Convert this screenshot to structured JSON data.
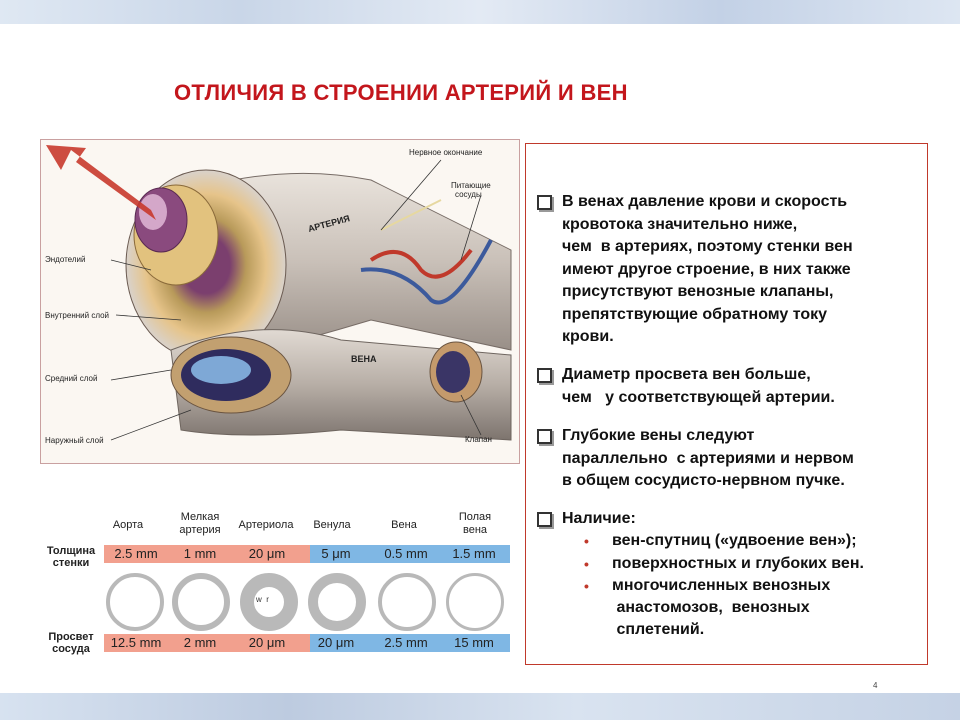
{
  "title": "ОТЛИЧИЯ В СТРОЕНИИ АРТЕРИЙ И ВЕН",
  "illustration": {
    "labels": {
      "nerve_ending": "Нервное окончание",
      "feeding_vessels": "Питающие\nсосуды",
      "artery": "АРТЕРИЯ",
      "vein": "ВЕНА",
      "endothelium": "Эндотелий",
      "inner_layer": "Внутренний слой",
      "middle_layer": "Средний слой",
      "outer_layer": "Наружный слой",
      "valve": "Клапан"
    }
  },
  "points": [
    {
      "text": "В венах давление крови и скорость\nкровотока значительно ниже,\nчем  в артериях, поэтому стенки вен\nимеют другое строение, в них также\nприсутствуют венозные клапаны,\nпрепятствующие обратному току\nкрови."
    },
    {
      "text": "Диаметр просвета вен больше,\nчем   у соответствующей артерии."
    },
    {
      "text": "Глубокие вены следуют\nпараллельно  с артериями и нервом\nв общем сосудисто-нервном пучке."
    },
    {
      "text": "Наличие:"
    }
  ],
  "subpoints": [
    {
      "bullet": "•",
      "text": "вен-спутниц («удвоение вен»);"
    },
    {
      "bullet": "•",
      "text": "поверхностных и глубоких вен."
    },
    {
      "bullet": "•",
      "text": "многочисленных венозных\n анастомозов,  венозных\n сплетений."
    }
  ],
  "vessel_table": {
    "columns": [
      "Аорта",
      "Мелкая\nартерия",
      "Артериола",
      "Венула",
      "Вена",
      "Полая\nвена"
    ],
    "row_wall": {
      "label": "Толщина\nстенки",
      "values": [
        "2.5 mm",
        "1 mm",
        "20 μm",
        "5 μm",
        "0.5 mm",
        "1.5 mm"
      ]
    },
    "row_lumen": {
      "label": "Просвет\nсосуда",
      "values": [
        "12.5 mm",
        "2 mm",
        "20 μm",
        "20 μm",
        "2.5 mm",
        "15 mm"
      ]
    },
    "ring_note": "w  r",
    "colors": {
      "artery": "#f2a08e",
      "vein": "#7fb7e4"
    }
  },
  "page_number": "4"
}
